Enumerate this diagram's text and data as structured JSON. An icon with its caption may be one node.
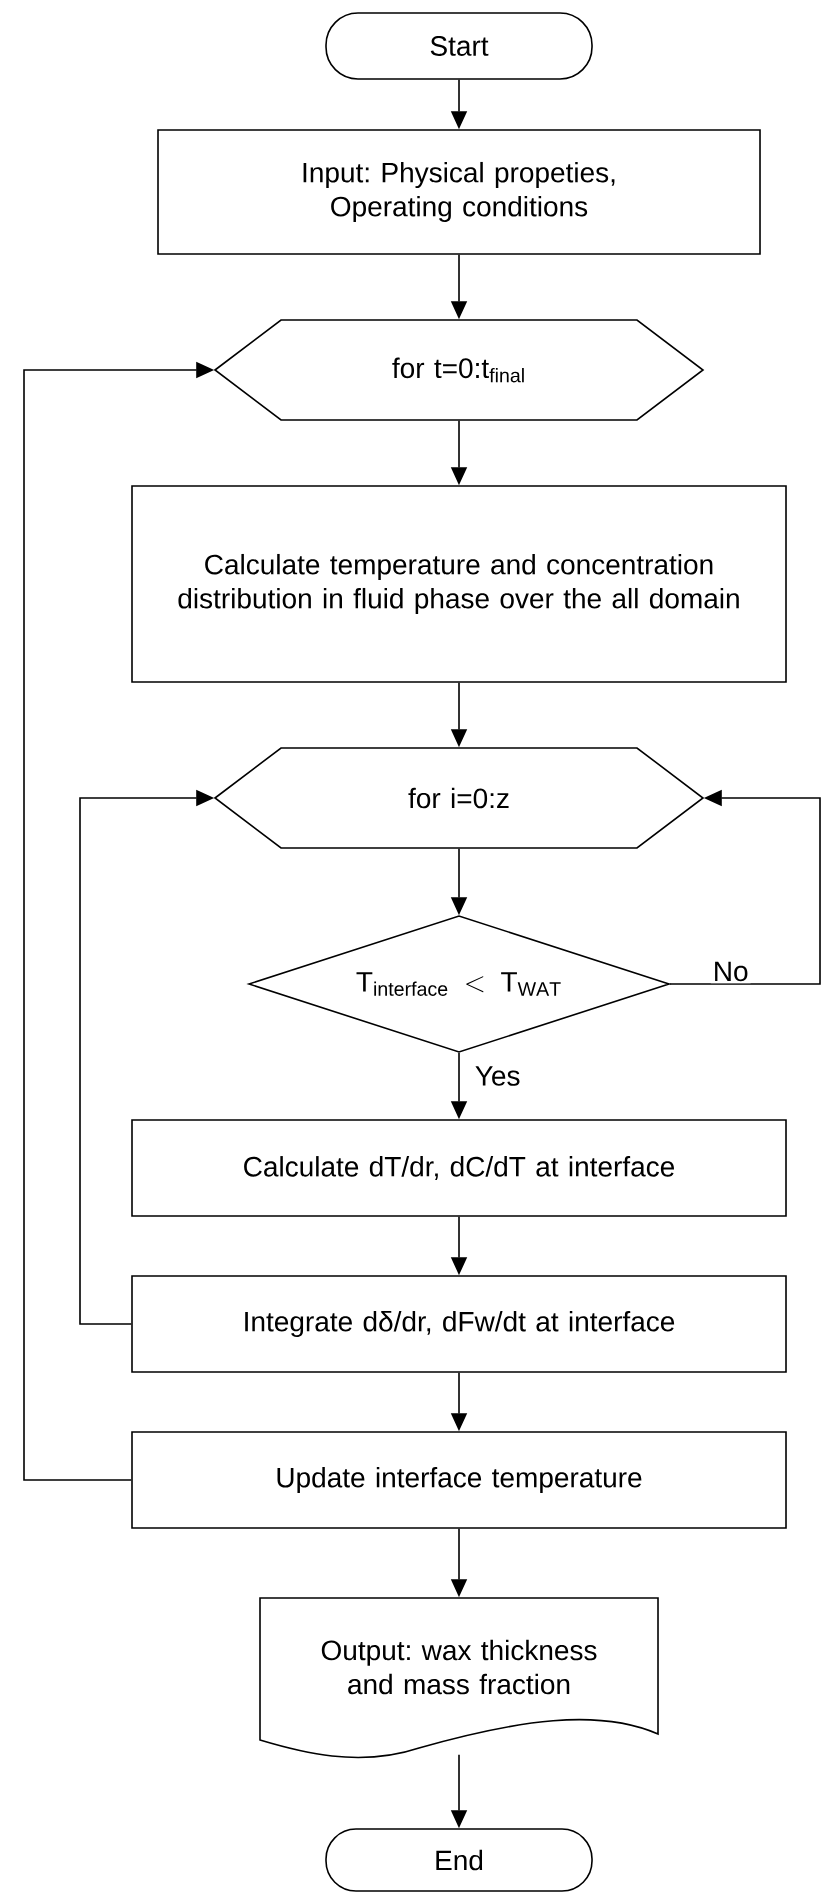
{
  "diagram": {
    "nodes": [
      {
        "text": [
          "Start"
        ]
      },
      {
        "text": [
          "Input: Physical propeties, Operating conditions"
        ]
      },
      {
        "text": [
          "for t=0:t$_{final}$"
        ]
      },
      {
        "text": [
          "Calculate temperature and concentration distribution in fluid phase over the all domain"
        ]
      },
      {
        "text": [
          "for i=0:z"
        ]
      },
      {
        "text": [
          "\\mathrm{T}_{\\mathrm{interface}}<\\mathrm{T}_{\\mathrm{WAT}}"
        ]
      },
      {
        "text": [
          "Calculate dT/dr, dC/dT at interface"
        ]
      },
      {
        "text": [
          "Integrate dδ/dr, dFw/dt at interface"
        ]
      },
      {
        "text": [
          "Update interface temperature"
        ]
      },
      {
        "text": [
          "Output: wax thickness and mass fraction"
        ]
      },
      {
        "text": [
          "End"
        ]
      }
    ],
    "edges": [
      {
        "from": 0,
        "to": 1,
        "arrow": "to"
      },
      {
        "from": 1,
        "to": 2,
        "arrow": "to"
      },
      {
        "from": 2,
        "to": 3,
        "arrow": "to"
      },
      {
        "from": 3,
        "to": 4,
        "arrow": "to"
      },
      {
        "from": 4,
        "to": 5,
        "arrow": "to"
      },
      {
        "from": 5,
        "to": 6,
        "arrow": "to",
        "label": "Yes"
      },
      {
        "from": 5,
        "to": 4,
        "arrow": "to",
        "label": "No"
      },
      {
        "from": 6,
        "to": 7,
        "arrow": "to"
      },
      {
        "from": 7,
        "to": 4,
        "arrow": "to"
      },
      {
        "from": 7,
        "to": 8,
        "arrow": "to"
      },
      {
        "from": 8,
        "to": 2,
        "arrow": "to"
      },
      {
        "from": 8,
        "to": 9,
        "arrow": "to"
      },
      {
        "from": 9,
        "to": 10,
        "arrow": "to"
      }
    ]
  }
}
